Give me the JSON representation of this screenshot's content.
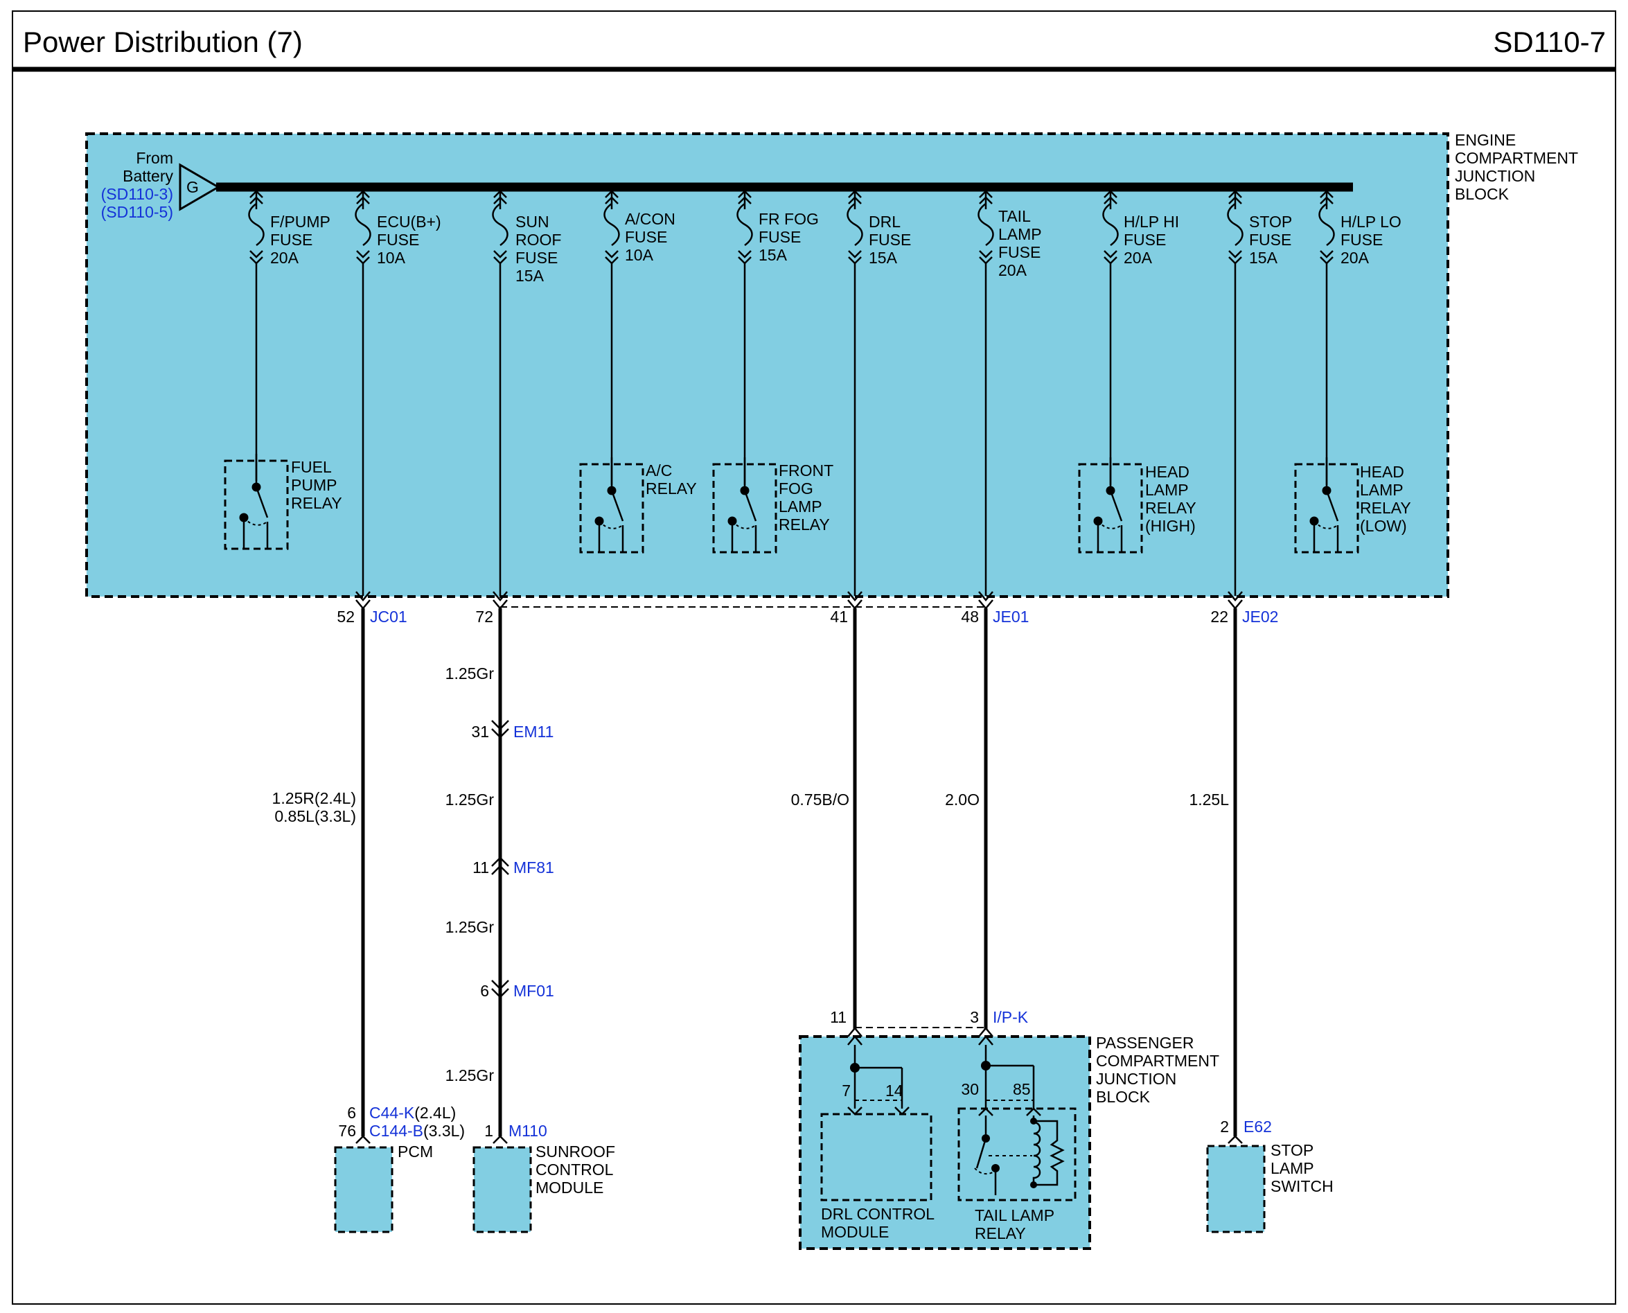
{
  "header": {
    "title": "Power Distribution (7)",
    "code": "SD110-7"
  },
  "colors": {
    "block_fill": "#82cee2",
    "link_text": "#1432d8",
    "wire": "#000000"
  },
  "source": {
    "from": "From",
    "battery": "Battery",
    "connector": "G",
    "refs": [
      "(SD110-3)",
      "(SD110-5)"
    ]
  },
  "engine_block": {
    "label": [
      "ENGINE",
      "COMPARTMENT",
      "JUNCTION",
      "BLOCK"
    ],
    "fuses": [
      {
        "lines": [
          "F/PUMP",
          "FUSE",
          "20A"
        ]
      },
      {
        "lines": [
          "ECU(B+)",
          "FUSE",
          "10A"
        ]
      },
      {
        "lines": [
          "SUN",
          "ROOF",
          "FUSE",
          "15A"
        ]
      },
      {
        "lines": [
          "A/CON",
          "FUSE",
          "10A"
        ]
      },
      {
        "lines": [
          "FR FOG",
          "FUSE",
          "15A"
        ]
      },
      {
        "lines": [
          "DRL",
          "FUSE",
          "15A"
        ]
      },
      {
        "lines": [
          "TAIL",
          "LAMP",
          "FUSE",
          "20A"
        ]
      },
      {
        "lines": [
          "H/LP HI",
          "FUSE",
          "20A"
        ]
      },
      {
        "lines": [
          "STOP",
          "FUSE",
          "15A"
        ]
      },
      {
        "lines": [
          "H/LP LO",
          "FUSE",
          "20A"
        ]
      }
    ],
    "relays": [
      {
        "lines": [
          "FUEL",
          "PUMP",
          "RELAY"
        ]
      },
      {
        "lines": [
          "A/C",
          "RELAY"
        ]
      },
      {
        "lines": [
          "FRONT",
          "FOG",
          "LAMP",
          "RELAY"
        ]
      },
      {
        "lines": [
          "HEAD",
          "LAMP",
          "RELAY",
          "(HIGH)"
        ]
      },
      {
        "lines": [
          "HEAD",
          "LAMP",
          "RELAY",
          "(LOW)"
        ]
      }
    ]
  },
  "outputs": [
    {
      "pin": "52",
      "connector": "JC01"
    },
    {
      "pin": "72",
      "connector": ""
    },
    {
      "pin": "41",
      "connector": ""
    },
    {
      "pin": "48",
      "connector": "JE01"
    },
    {
      "pin": "22",
      "connector": "JE02"
    }
  ],
  "wires": {
    "pcm": [
      "1.25R(2.4L)",
      "0.85L(3.3L)"
    ],
    "sunroof": [
      "1.25Gr",
      "1.25Gr",
      "1.25Gr",
      "1.25Gr"
    ],
    "drl": "0.75B/O",
    "tail": "2.0O",
    "stop": "1.25L"
  },
  "inline_connectors": [
    {
      "pin": "31",
      "connector": "EM11"
    },
    {
      "pin": "11",
      "connector": "MF81"
    },
    {
      "pin": "6",
      "connector": "MF01"
    }
  ],
  "pcm": {
    "pins": [
      "6",
      "76"
    ],
    "connectors": [
      "C44-K",
      "C144-B"
    ],
    "variants": [
      "(2.4L)",
      "(3.3L)"
    ],
    "label": "PCM"
  },
  "sunroof_module": {
    "pin": "1",
    "connector": "M110",
    "label": [
      "SUNROOF",
      "CONTROL",
      "MODULE"
    ]
  },
  "passenger_block": {
    "in_pins": [
      "11",
      "3"
    ],
    "connector": "I/P-K",
    "label": [
      "PASSENGER",
      "COMPARTMENT",
      "JUNCTION",
      "BLOCK"
    ],
    "drl_pins": [
      "7",
      "14"
    ],
    "relay_pins": [
      "30",
      "85"
    ],
    "drl_label": [
      "DRL CONTROL",
      "MODULE"
    ],
    "relay_label": [
      "TAIL LAMP",
      "RELAY"
    ]
  },
  "stop_switch": {
    "pin": "2",
    "connector": "E62",
    "label": [
      "STOP",
      "LAMP",
      "SWITCH"
    ]
  }
}
